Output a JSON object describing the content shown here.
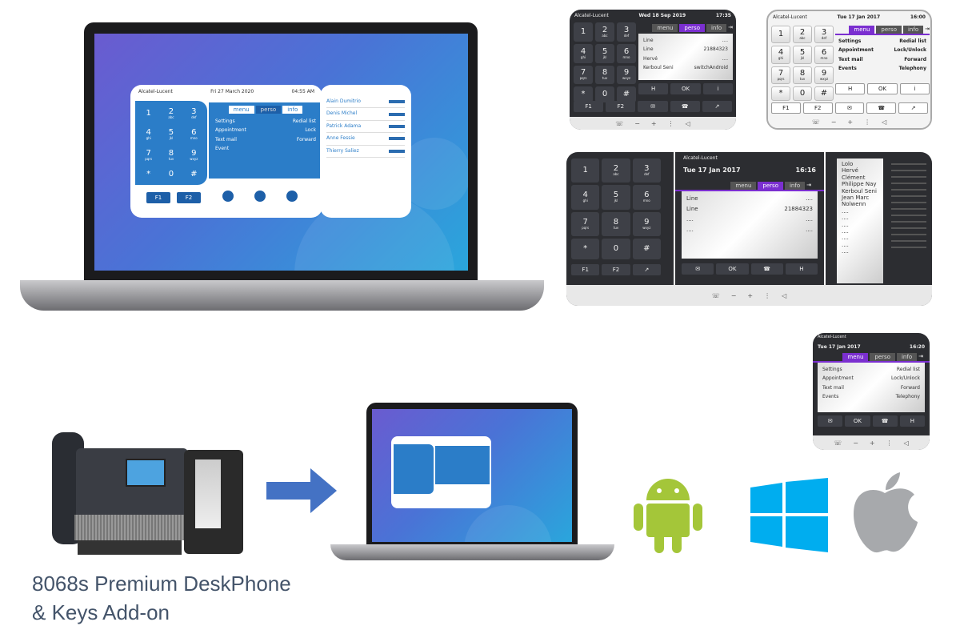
{
  "caption": {
    "line1": "8068s Premium DeskPhone",
    "line2": "& Keys Add-on"
  },
  "colors": {
    "arrow": "#4472c4",
    "android": "#a4c639",
    "windows": "#00adef",
    "apple": "#a7a9ac",
    "accent": "#7b2fd0"
  },
  "keypad": [
    [
      "1",
      ""
    ],
    [
      "2",
      "abc"
    ],
    [
      "3",
      "def"
    ],
    [
      "4",
      "ghi"
    ],
    [
      "5",
      "jkl"
    ],
    [
      "6",
      "mno"
    ],
    [
      "7",
      "pqrs"
    ],
    [
      "8",
      "tuv"
    ],
    [
      "9",
      "wxyz"
    ],
    [
      "*",
      ""
    ],
    [
      "0",
      ""
    ],
    [
      "#",
      ""
    ]
  ],
  "menu_tabs": [
    "menu",
    "perso",
    "info"
  ],
  "menu_rows": [
    [
      "Settings",
      "Redial list"
    ],
    [
      "Appointment",
      "Lock/Unlock"
    ],
    [
      "Text mail",
      "Forward"
    ],
    [
      "Events",
      "Telephony"
    ]
  ],
  "laptop_ui": {
    "brand": "Alcatel-Lucent",
    "date": "Fri 27 March 2020",
    "time": "04:55 AM",
    "tabs": [
      "menu",
      "perso",
      "info"
    ],
    "rows": [
      [
        "Settings",
        "Redial list"
      ],
      [
        "Appointment",
        "Lock"
      ],
      [
        "Text mail",
        "Forward"
      ],
      [
        "Event",
        ""
      ]
    ],
    "fkeys": [
      "F1",
      "F2"
    ],
    "contacts": [
      "Alain Dumitrio",
      "Denis Michel",
      "Patrick Adama",
      "Anne Fessie",
      "Thierry Saliez"
    ]
  },
  "phone_a": {
    "brand": "Alcatel-Lucent",
    "date": "Wed 18 Sep 2019",
    "time": "17:35",
    "active_tab": "perso",
    "rows": [
      [
        "Line",
        "...."
      ],
      [
        "Line",
        "21884323"
      ],
      [
        "Hervé",
        "...."
      ],
      [
        "Kerboul Seni",
        "switchAndroid"
      ]
    ],
    "softkeys": [
      "H",
      "OK",
      "i"
    ],
    "fkeys": [
      "F1",
      "F2",
      "✉",
      "☎",
      "↗"
    ]
  },
  "phone_b": {
    "brand": "Alcatel-Lucent",
    "date": "Tue 17 Jan 2017",
    "time": "16:00",
    "active_tab": "menu",
    "softkeys": [
      "H",
      "OK",
      "i"
    ],
    "fkeys": [
      "F1",
      "F2",
      "✉",
      "☎",
      "↗"
    ]
  },
  "phone_c": {
    "brand": "Alcatel-Lucent",
    "date": "Tue 17 Jan 2017",
    "time": "16:16",
    "active_tab": "perso",
    "rows": [
      [
        "Line",
        "...."
      ],
      [
        "Line",
        "21884323"
      ],
      [
        "....",
        "...."
      ],
      [
        "....",
        "...."
      ]
    ],
    "fkeys": [
      "F1",
      "F2",
      "↗"
    ],
    "softkeys": [
      "✉",
      "OK",
      "☎",
      "H"
    ],
    "addon": [
      "Lolo",
      "Hervé",
      "Clément",
      "Philippe Nay",
      "Kerboul Seni",
      "Jean Marc",
      "Nolwenn",
      "....",
      "....",
      "....",
      "....",
      "....",
      "....",
      "...."
    ]
  },
  "phone_d": {
    "brand": "Alcatel-Lucent",
    "date": "Tue 17 Jan 2017",
    "time": "16:20",
    "active_tab": "menu",
    "softkeys": [
      "✉",
      "OK",
      "☎",
      "H"
    ]
  },
  "footer_icons": [
    "☏",
    "−",
    "+",
    "⋮",
    "◁"
  ]
}
